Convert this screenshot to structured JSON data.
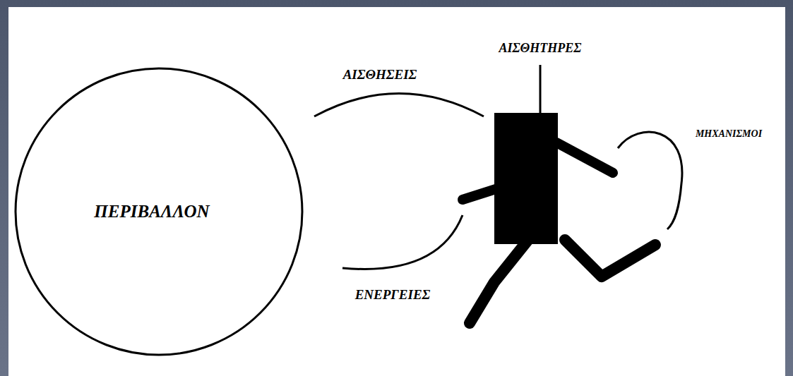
{
  "diagram": {
    "nodes": [
      {
        "text": [
          "ΠΕΡΙΒΑΛΛΟΝ"
        ]
      }
    ],
    "labels": [
      "ΑΙΣΘΗΤΗΡΕΣ",
      "ΑΙΣΘΗΣΕΙΣ",
      "ΜΗΧΑΝΙΣΜΟΙ",
      "ΕΝΕΡΓΕΙΕΣ"
    ]
  }
}
